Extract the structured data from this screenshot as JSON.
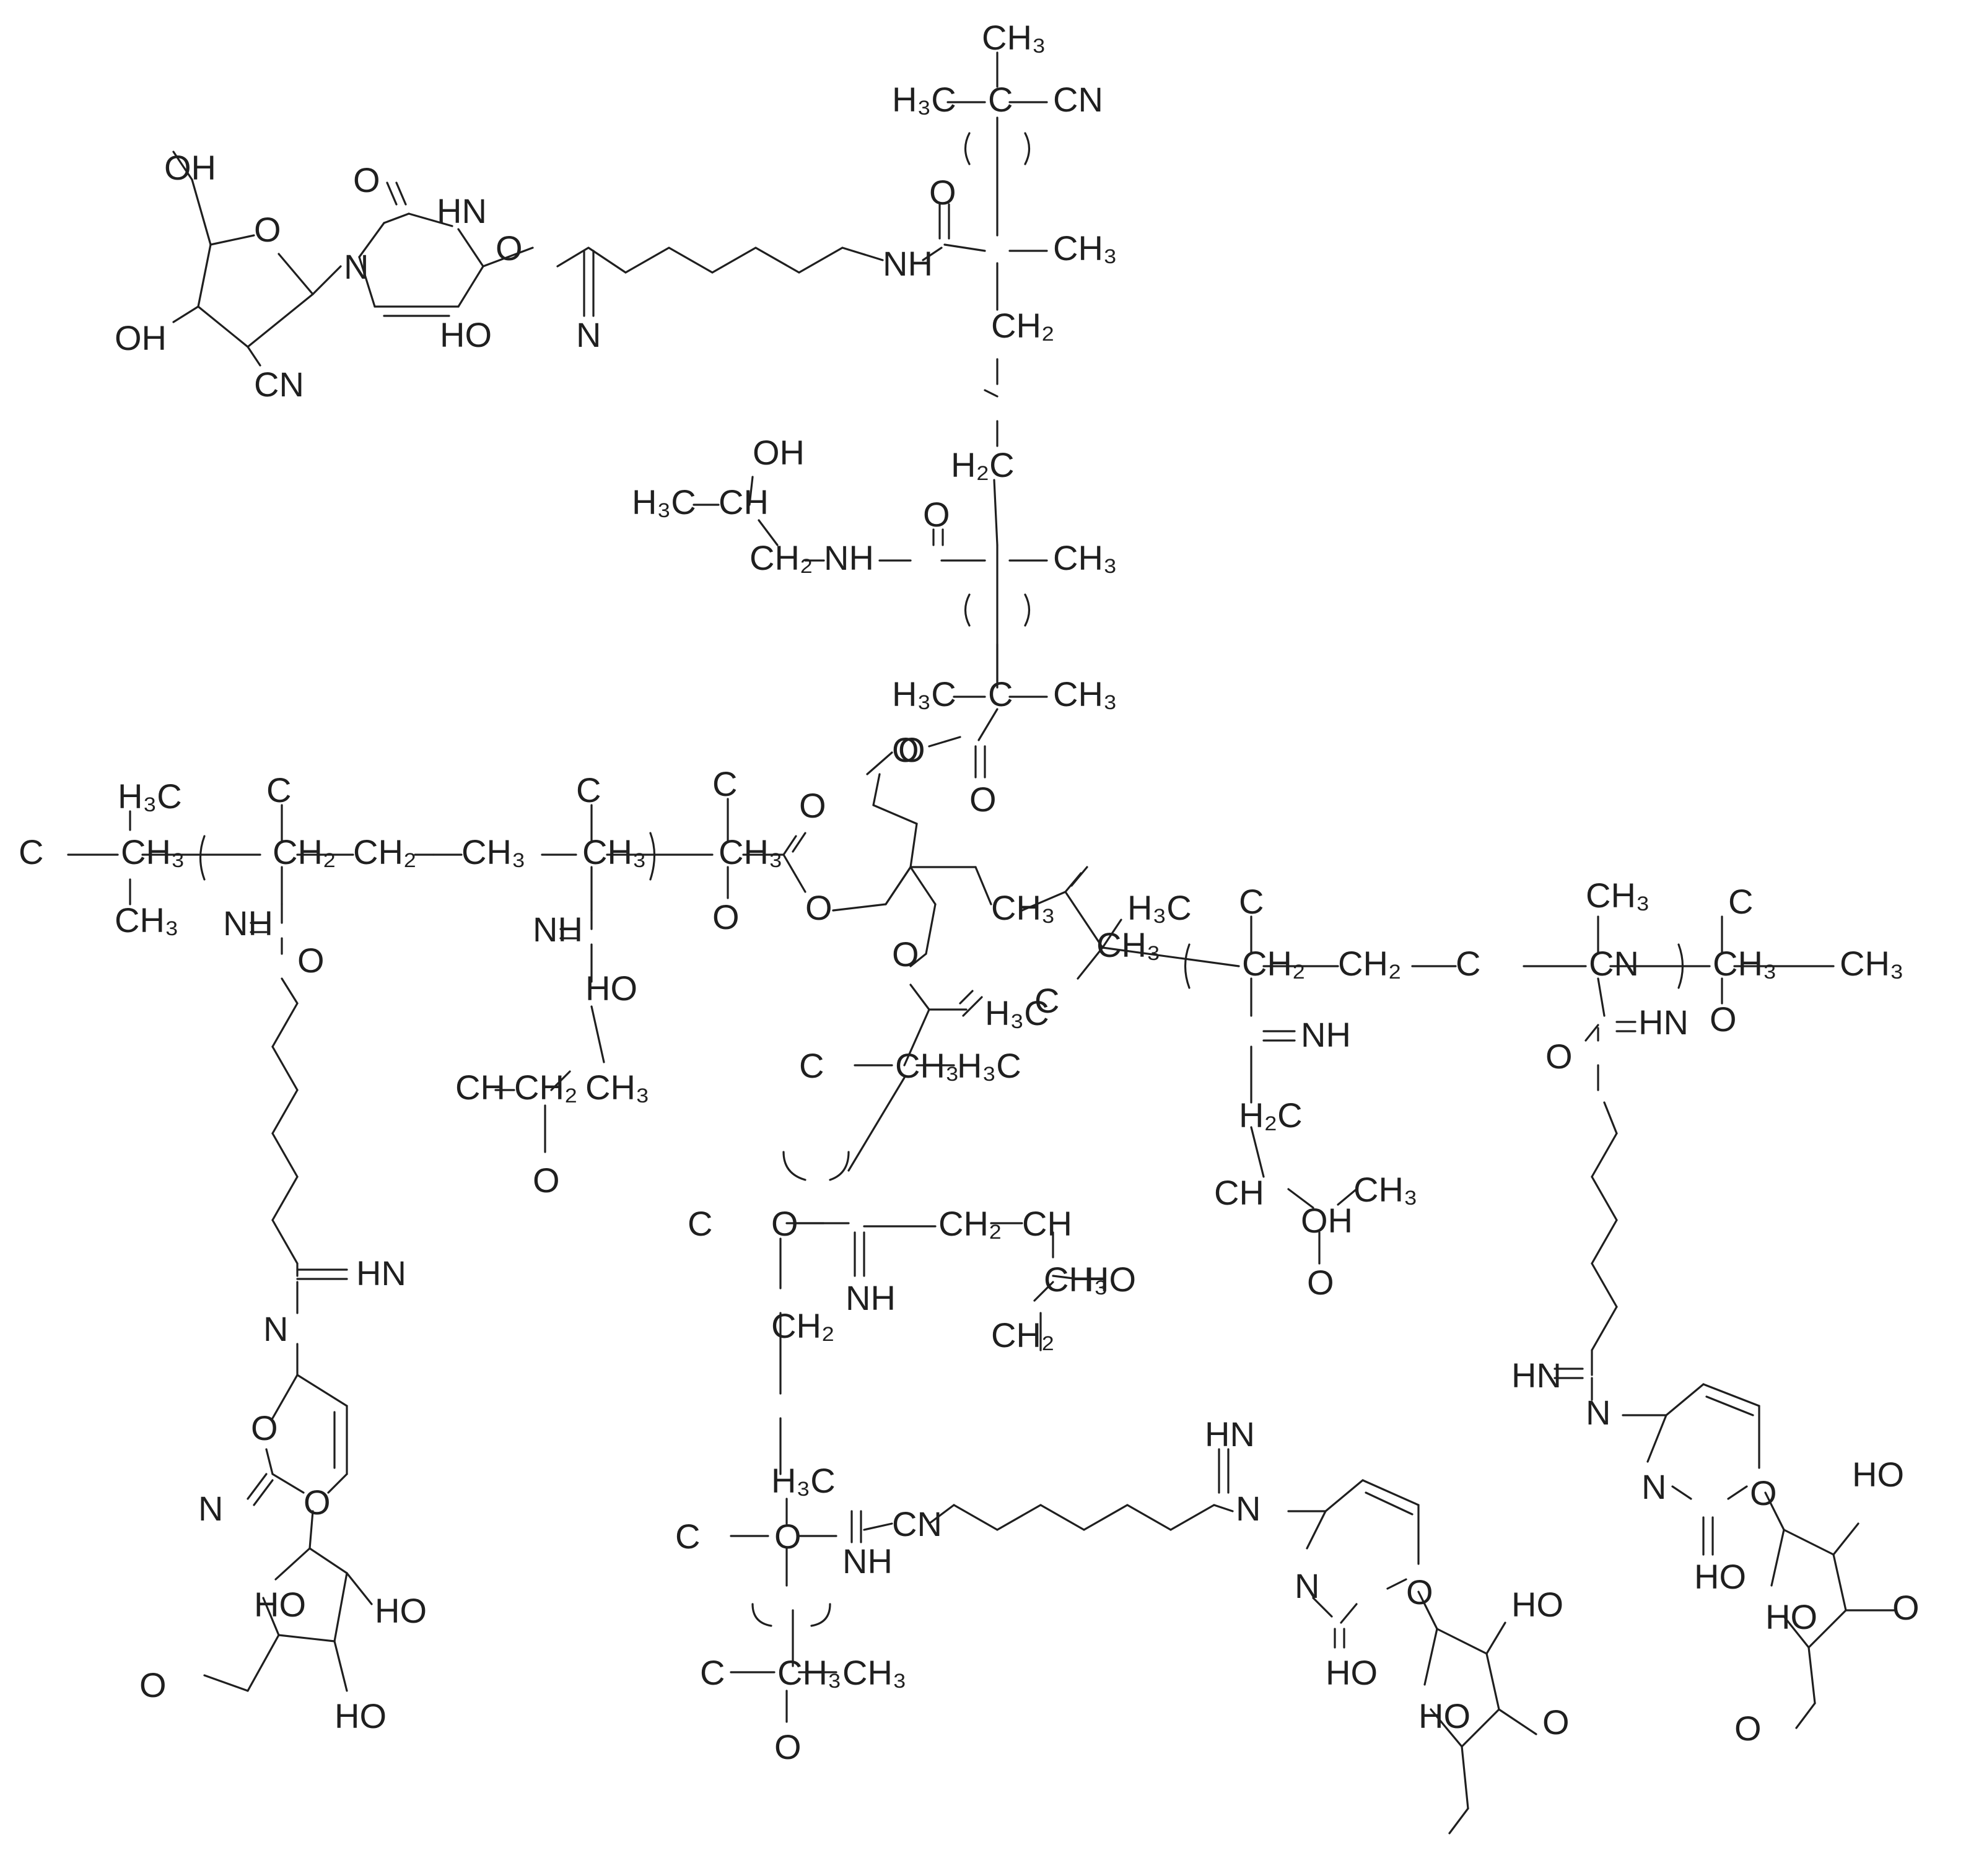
{
  "figure": {
    "labels": [
      {
        "id": "l1",
        "text": "CH₃"
      },
      {
        "id": "l2",
        "text": "H₃C"
      },
      {
        "id": "l3",
        "text": "C"
      },
      {
        "id": "l4",
        "text": "CN"
      },
      {
        "id": "l5",
        "text": "O"
      },
      {
        "id": "l6",
        "text": "CH₃"
      },
      {
        "id": "l7",
        "text": "NH"
      },
      {
        "id": "l8",
        "text": "CH₂"
      },
      {
        "id": "l9",
        "text": "H₂C"
      },
      {
        "id": "l10",
        "text": "OH"
      },
      {
        "id": "l11",
        "text": "H₃C"
      },
      {
        "id": "l12",
        "text": "CH"
      },
      {
        "id": "l13",
        "text": "CH₂"
      },
      {
        "id": "l14",
        "text": "NH"
      },
      {
        "id": "l15",
        "text": "O"
      },
      {
        "id": "l16",
        "text": "CH₃"
      },
      {
        "id": "l17",
        "text": "H₃C"
      },
      {
        "id": "l18",
        "text": "C"
      },
      {
        "id": "l19",
        "text": "CH₃"
      },
      {
        "id": "l20",
        "text": "O"
      },
      {
        "id": "l21",
        "text": "O"
      },
      {
        "id": "l22",
        "text": "OH"
      },
      {
        "id": "l23",
        "text": "O"
      },
      {
        "id": "l24",
        "text": "O"
      },
      {
        "id": "l25",
        "text": "N"
      },
      {
        "id": "l26",
        "text": "N"
      },
      {
        "id": "l27",
        "text": "HN"
      },
      {
        "id": "l28",
        "text": "O"
      },
      {
        "id": "l29",
        "text": "HO"
      },
      {
        "id": "l30",
        "text": "OH"
      },
      {
        "id": "l31",
        "text": "CN"
      },
      {
        "id": "l32",
        "text": "H₃C"
      },
      {
        "id": "l33",
        "text": "C"
      },
      {
        "id": "l34",
        "text": "CH₃"
      },
      {
        "id": "l35",
        "text": "CH₃"
      },
      {
        "id": "l36",
        "text": "C"
      },
      {
        "id": "l37",
        "text": "CH₂"
      },
      {
        "id": "l38",
        "text": "CH₂"
      },
      {
        "id": "l39",
        "text": "CH₃"
      },
      {
        "id": "l40",
        "text": "C"
      },
      {
        "id": "l41",
        "text": "CH₃"
      },
      {
        "id": "l42",
        "text": "C"
      },
      {
        "id": "l43",
        "text": "CH₃"
      },
      {
        "id": "l44",
        "text": "O"
      },
      {
        "id": "l45",
        "text": "O"
      },
      {
        "id": "l46",
        "text": "O"
      },
      {
        "id": "l47",
        "text": "NH"
      },
      {
        "id": "l48",
        "text": "O"
      },
      {
        "id": "l49",
        "text": "NH"
      },
      {
        "id": "l50",
        "text": "HO"
      },
      {
        "id": "l51",
        "text": "CH"
      },
      {
        "id": "l52",
        "text": "CH₂"
      },
      {
        "id": "l53",
        "text": "CH₃"
      },
      {
        "id": "l54",
        "text": "O"
      },
      {
        "id": "l55",
        "text": "HN"
      },
      {
        "id": "l56",
        "text": "N"
      },
      {
        "id": "l57",
        "text": "O"
      },
      {
        "id": "l58",
        "text": "N"
      },
      {
        "id": "l59",
        "text": "O"
      },
      {
        "id": "l60",
        "text": "HO"
      },
      {
        "id": "l61",
        "text": "HO"
      },
      {
        "id": "l62",
        "text": "HO"
      },
      {
        "id": "l63",
        "text": "O"
      },
      {
        "id": "l64",
        "text": "O"
      },
      {
        "id": "l65",
        "text": "CH₃"
      },
      {
        "id": "l66",
        "text": "H₃C"
      },
      {
        "id": "l67",
        "text": "C"
      },
      {
        "id": "l68",
        "text": "CH₃"
      },
      {
        "id": "l69",
        "text": "C"
      },
      {
        "id": "l70",
        "text": "CH₂"
      },
      {
        "id": "l71",
        "text": "CH₂"
      },
      {
        "id": "l72",
        "text": "C"
      },
      {
        "id": "l73",
        "text": "CN"
      },
      {
        "id": "l74",
        "text": "C"
      },
      {
        "id": "l75",
        "text": "CH₃"
      },
      {
        "id": "l76",
        "text": "CH₃"
      },
      {
        "id": "l77",
        "text": "CH₃"
      },
      {
        "id": "l78",
        "text": "O"
      },
      {
        "id": "l79",
        "text": "NH"
      },
      {
        "id": "l80",
        "text": "H₂C"
      },
      {
        "id": "l81",
        "text": "CH"
      },
      {
        "id": "l82",
        "text": "OH"
      },
      {
        "id": "l83",
        "text": "CH₃"
      },
      {
        "id": "l84",
        "text": "O"
      },
      {
        "id": "l85",
        "text": "HN"
      },
      {
        "id": "l86",
        "text": "O"
      },
      {
        "id": "l87",
        "text": "HN"
      },
      {
        "id": "l88",
        "text": "N"
      },
      {
        "id": "l89",
        "text": "N"
      },
      {
        "id": "l90",
        "text": "O"
      },
      {
        "id": "l91",
        "text": "HO"
      },
      {
        "id": "l92",
        "text": "HO"
      },
      {
        "id": "l93",
        "text": "O"
      },
      {
        "id": "l94",
        "text": "HO"
      },
      {
        "id": "l95",
        "text": "O"
      },
      {
        "id": "l96",
        "text": "O"
      },
      {
        "id": "l97",
        "text": "H₃C"
      },
      {
        "id": "l98",
        "text": "C"
      },
      {
        "id": "l99",
        "text": "CH₃"
      },
      {
        "id": "l100",
        "text": "H₃C"
      },
      {
        "id": "l101",
        "text": "C"
      },
      {
        "id": "l102",
        "text": "O"
      },
      {
        "id": "l103",
        "text": "NH"
      },
      {
        "id": "l104",
        "text": "CH₂"
      },
      {
        "id": "l105",
        "text": "CH"
      },
      {
        "id": "l106",
        "text": "CH₃"
      },
      {
        "id": "l107",
        "text": "HO"
      },
      {
        "id": "l108",
        "text": "CH₂"
      },
      {
        "id": "l109",
        "text": "CH₂"
      },
      {
        "id": "l110",
        "text": "H₃C"
      },
      {
        "id": "l111",
        "text": "C"
      },
      {
        "id": "l112",
        "text": "O"
      },
      {
        "id": "l113",
        "text": "NH"
      },
      {
        "id": "l114",
        "text": "CN"
      },
      {
        "id": "l115",
        "text": "C"
      },
      {
        "id": "l116",
        "text": "CH₃"
      },
      {
        "id": "l117",
        "text": "CH₃"
      },
      {
        "id": "l118",
        "text": "O"
      },
      {
        "id": "l119",
        "text": "HN"
      },
      {
        "id": "l120",
        "text": "N"
      },
      {
        "id": "l121",
        "text": "N"
      },
      {
        "id": "l122",
        "text": "O"
      },
      {
        "id": "l123",
        "text": "HO"
      },
      {
        "id": "l124",
        "text": "HO"
      },
      {
        "id": "l125",
        "text": "O"
      },
      {
        "id": "l126",
        "text": "HO"
      }
    ]
  }
}
